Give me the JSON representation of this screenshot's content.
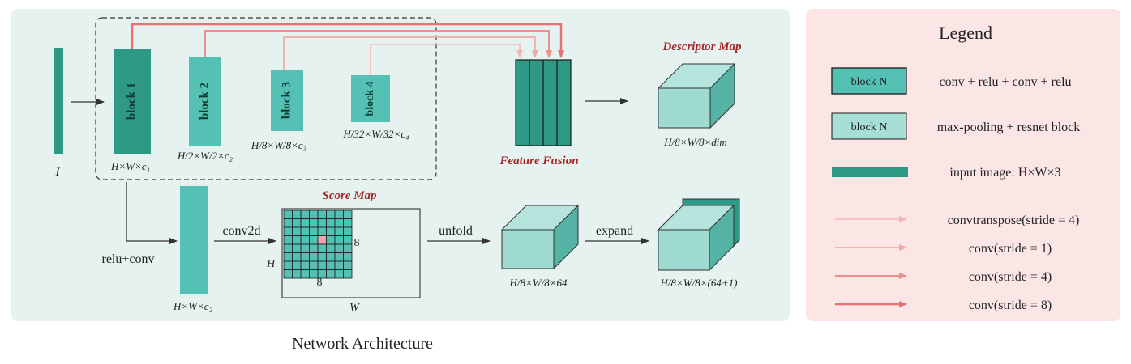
{
  "caption": "Network Architecture",
  "input_label": "I",
  "blocks": [
    {
      "label": "block 1",
      "dim": "H×W×c₁"
    },
    {
      "label": "block 2",
      "dim": "H/2×W/2×c₂"
    },
    {
      "label": "block 3",
      "dim": "H/8×W/8×c₃"
    },
    {
      "label": "block 4",
      "dim": "H/32×W/32×c₄"
    }
  ],
  "feature_fusion_label": "Feature Fusion",
  "descriptor_map": {
    "title": "Descriptor Map",
    "dim": "H/8×W/8×dim"
  },
  "relu_conv_label": "relu+conv",
  "relu_conv_dim": "H×W×c₂",
  "conv2d_label": "conv2d",
  "score_map": {
    "title": "Score Map",
    "h_label": "H",
    "w_label": "W",
    "cell_count_right": "8",
    "cell_count_bottom": "8"
  },
  "unfold_label": "unfold",
  "unfold_dim": "H/8×W/8×64",
  "expand_label": "expand",
  "expand_dim": "H/8×W/8×(64+1)",
  "legend": {
    "title": "Legend",
    "items": [
      {
        "swatch": "block N",
        "desc": "conv + relu + conv + relu"
      },
      {
        "swatch": "block N",
        "desc": "max-pooling + resnet block"
      },
      {
        "swatch": "",
        "desc": "input image: H×W×3"
      },
      {
        "desc": "convtranspose(stride = 4)"
      },
      {
        "desc": "conv(stride = 1)"
      },
      {
        "desc": "conv(stride = 4)"
      },
      {
        "desc": "conv(stride = 8)"
      }
    ]
  },
  "colors": {
    "panel_bg": "#e6f2ef",
    "legend_bg": "#fbe6e5",
    "dark_teal": "#2e9984",
    "mid_teal": "#55c1b5",
    "light_teal": "#9fdbd1",
    "dark_red": "#a3282b",
    "arrow_1": "#f6b3b3",
    "arrow_2": "#f4a9a9",
    "arrow_3": "#ee8e8e",
    "arrow_4": "#e96f72",
    "highlight_cell": "#f2a4a8"
  }
}
